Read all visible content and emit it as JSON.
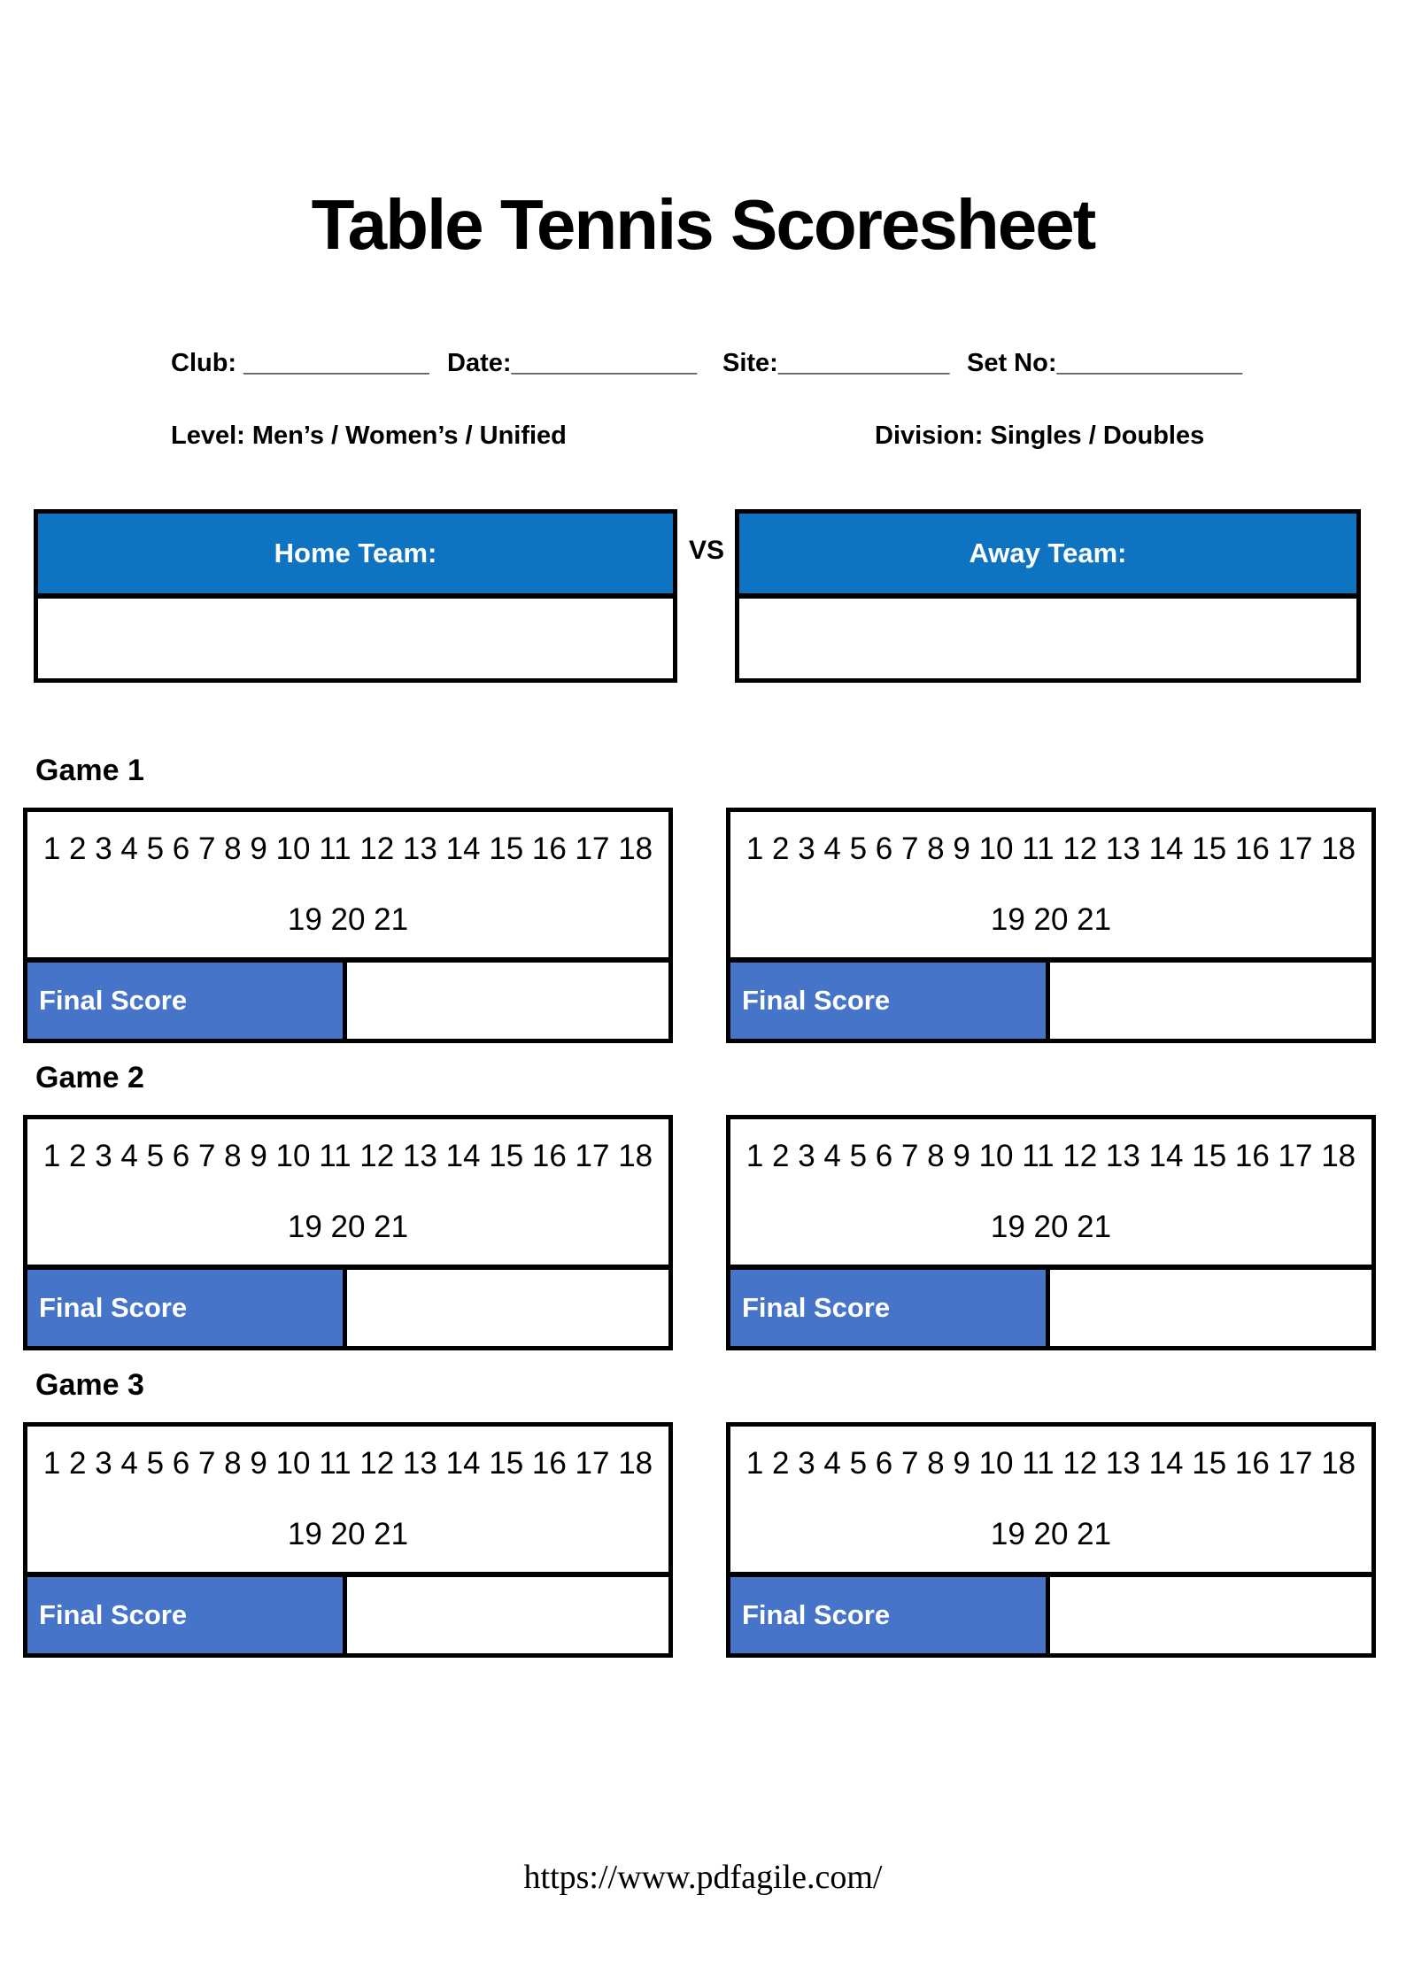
{
  "page": {
    "title": "Table Tennis Scoresheet",
    "footer_url": "https://www.pdfagile.com/"
  },
  "meta": {
    "club_label": "Club: _____________",
    "date_label": "Date:_____________",
    "site_label": "Site:____________",
    "set_no_label": "Set No:_____________",
    "level_label": "Level: Men’s / Women’s / Unified",
    "division_label": "Division: Singles / Doubles"
  },
  "teams": {
    "home_label": "Home Team:",
    "vs_label": "VS",
    "away_label": "Away Team:",
    "home_value": "",
    "away_value": ""
  },
  "scoring": {
    "points_line1": "1 2 3 4 5 6 7 8 9 10 11 12 13 14 15 16 17 18",
    "points_line2": "19 20 21",
    "final_score_label": "Final Score",
    "final_score_value": ""
  },
  "games": [
    {
      "label": "Game 1"
    },
    {
      "label": "Game 2"
    },
    {
      "label": "Game 3"
    }
  ],
  "colors": {
    "header_blue": "#0e74c1",
    "final_score_blue": "#4674c8",
    "border_black": "#000000"
  }
}
